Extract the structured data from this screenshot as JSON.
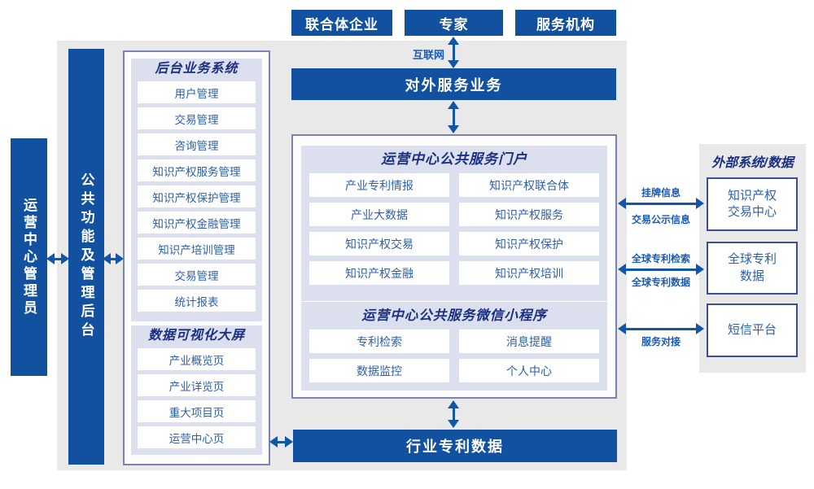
{
  "colors": {
    "primary": "#11519f",
    "arrow": "#1356a8",
    "label": "#1b5ab3",
    "item_text": "#2e5fa8",
    "title": "#1a3083",
    "lavender": "#dcdfee",
    "panel_border": "#7a82ba",
    "ext_border": "#3e4c9f",
    "gray": "#e9e9ea",
    "panel_bg": "#fdfdfe"
  },
  "top_actors": [
    "联合体企业",
    "专家",
    "服务机构"
  ],
  "internet_label": "互联网",
  "external_service_bar": "对外服务业务",
  "admin_bar": "运营中心管理员",
  "backend_bar": "公共功能及管理后台",
  "left_panel": {
    "backend_system": {
      "title": "后台业务系统",
      "items": [
        "用户管理",
        "交易管理",
        "咨询管理",
        "知识产权服务管理",
        "知识产权保护管理",
        "知识产权金融管理",
        "知识产培训管理",
        "交易管理",
        "统计报表"
      ]
    },
    "dashboard": {
      "title": "数据可视化大屏",
      "items": [
        "产业概览页",
        "产业详览页",
        "重大项目页",
        "运营中心页"
      ]
    }
  },
  "center_panel": {
    "portal": {
      "title": "运营中心公共服务门户",
      "rows": [
        [
          "产业专利情报",
          "知识产权联合体"
        ],
        [
          "产业大数据",
          "知识产权服务"
        ],
        [
          "知识产权交易",
          "知识产权保护"
        ],
        [
          "知识产权金融",
          "知识产权培训"
        ]
      ]
    },
    "miniprogram": {
      "title": "运营中心公共服务微信小程序",
      "rows": [
        [
          "专利检索",
          "消息提醒"
        ],
        [
          "数据监控",
          "个人中心"
        ]
      ]
    }
  },
  "industry_patent_bar": "行业专利数据",
  "right_panel": {
    "title": "外部系统/数据",
    "boxes": [
      "知识产权\n交易中心",
      "全球专利\n数据",
      "短信平台"
    ],
    "connections": [
      {
        "label_top": "挂牌信息",
        "label_bottom": "交易公示信息"
      },
      {
        "label_top": "全球专利检索",
        "label_bottom": "全球专利数据"
      },
      {
        "label_bottom": "服务对接"
      }
    ]
  }
}
